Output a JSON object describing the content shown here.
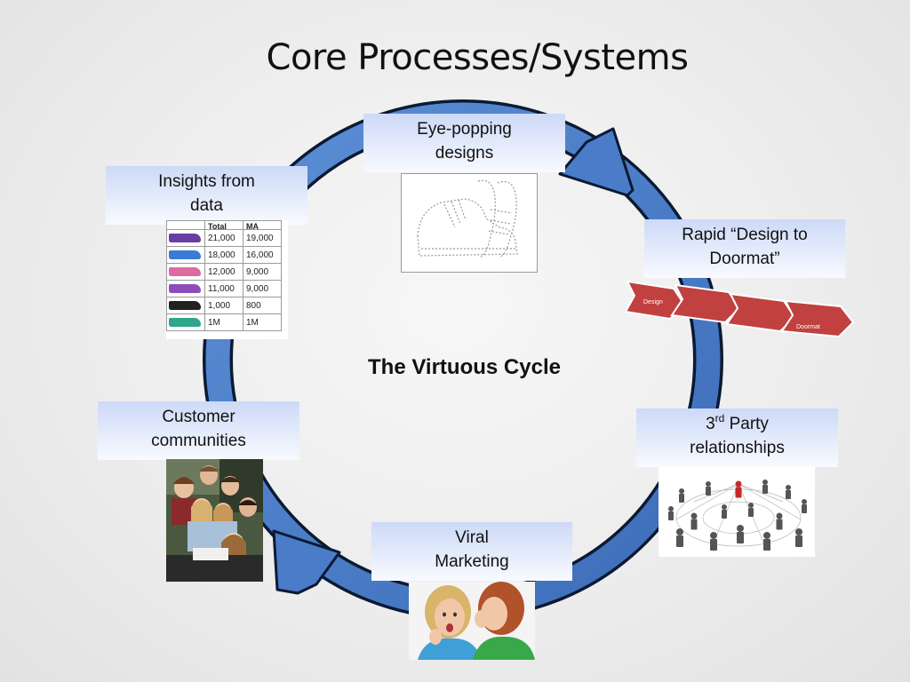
{
  "slide": {
    "title": "Core Processes/Systems",
    "center_label": "The Virtuous Cycle"
  },
  "cycle": {
    "ring_color": "#4a7cc9",
    "outline_color": "#0b1a33",
    "nodes": [
      {
        "id": "eye-popping-designs",
        "lines": [
          "Eye-popping",
          "designs"
        ],
        "image": "shoe-sketch"
      },
      {
        "id": "design-to-doormat",
        "lines": [
          "Rapid “Design to",
          "Doormat”"
        ],
        "image": "red-arrow-chain"
      },
      {
        "id": "third-party",
        "lines_html": {
          "base": "3",
          "sup": "rd",
          "rest": " Party"
        },
        "line2": "relationships",
        "image": "people-network"
      },
      {
        "id": "viral-marketing",
        "lines": [
          "Viral",
          "Marketing"
        ],
        "image": "two-women-whispering"
      },
      {
        "id": "customer-communities",
        "lines": [
          "Customer",
          "communities"
        ],
        "image": "group-of-kids-photo"
      },
      {
        "id": "insights-from-data",
        "lines": [
          "Insights from",
          "data"
        ],
        "image": "sales-table"
      }
    ]
  },
  "arrow_chain": {
    "color": "#c0413f",
    "labels": [
      "Design",
      "Doormat"
    ]
  },
  "sales_table": {
    "headers": [
      "Total",
      "MA"
    ],
    "rows": [
      {
        "shoe_color": "#6a3ea1",
        "total": "21,000",
        "ma": "19,000"
      },
      {
        "shoe_color": "#3b7bd8",
        "total": "18,000",
        "ma": "16,000"
      },
      {
        "shoe_color": "#e06aa0",
        "total": "12,000",
        "ma": "9,000"
      },
      {
        "shoe_color": "#8a4fb8",
        "total": "11,000",
        "ma": "9,000"
      },
      {
        "shoe_color": "#222222",
        "total": "1,000",
        "ma": "800"
      },
      {
        "shoe_color": "#2fa58a",
        "total": "1M",
        "ma": "1M"
      }
    ]
  }
}
